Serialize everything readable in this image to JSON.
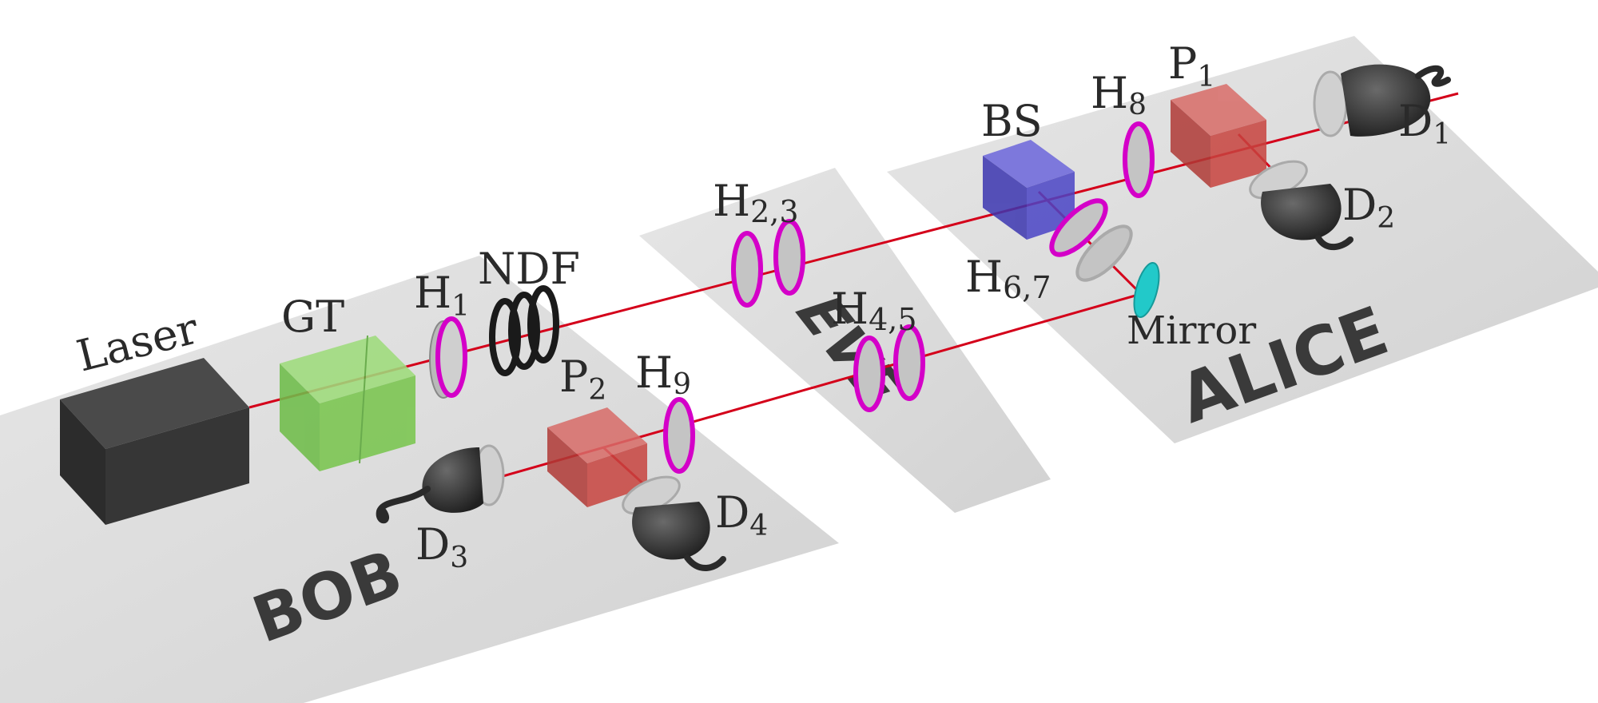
{
  "zones": {
    "bob": "BOB",
    "eve": "EVE",
    "alice": "ALICE"
  },
  "components": {
    "laser": "Laser",
    "gt": "GT",
    "ndf": "NDF",
    "bs": "BS",
    "mirror": "Mirror"
  },
  "waveplates": {
    "h1": {
      "main": "H",
      "sub": "1"
    },
    "h23": {
      "main": "H",
      "sub": "2,3"
    },
    "h45": {
      "main": "H",
      "sub": "4,5"
    },
    "h67": {
      "main": "H",
      "sub": "6,7"
    },
    "h8": {
      "main": "H",
      "sub": "8"
    },
    "h9": {
      "main": "H",
      "sub": "9"
    }
  },
  "polarizers": {
    "p1": {
      "main": "P",
      "sub": "1"
    },
    "p2": {
      "main": "P",
      "sub": "2"
    }
  },
  "detectors": {
    "d1": {
      "main": "D",
      "sub": "1"
    },
    "d2": {
      "main": "D",
      "sub": "2"
    },
    "d3": {
      "main": "D",
      "sub": "3"
    },
    "d4": {
      "main": "D",
      "sub": "4"
    }
  },
  "colors": {
    "beam": "#d4001a",
    "waveplate_ring": "#d400c8",
    "gt_green": "#7ac64f",
    "bs_blue": "#4b45c6",
    "pbs_red": "#c8443f",
    "mirror_cyan": "#22c9c9",
    "table_gray": "#dcdcdc"
  }
}
